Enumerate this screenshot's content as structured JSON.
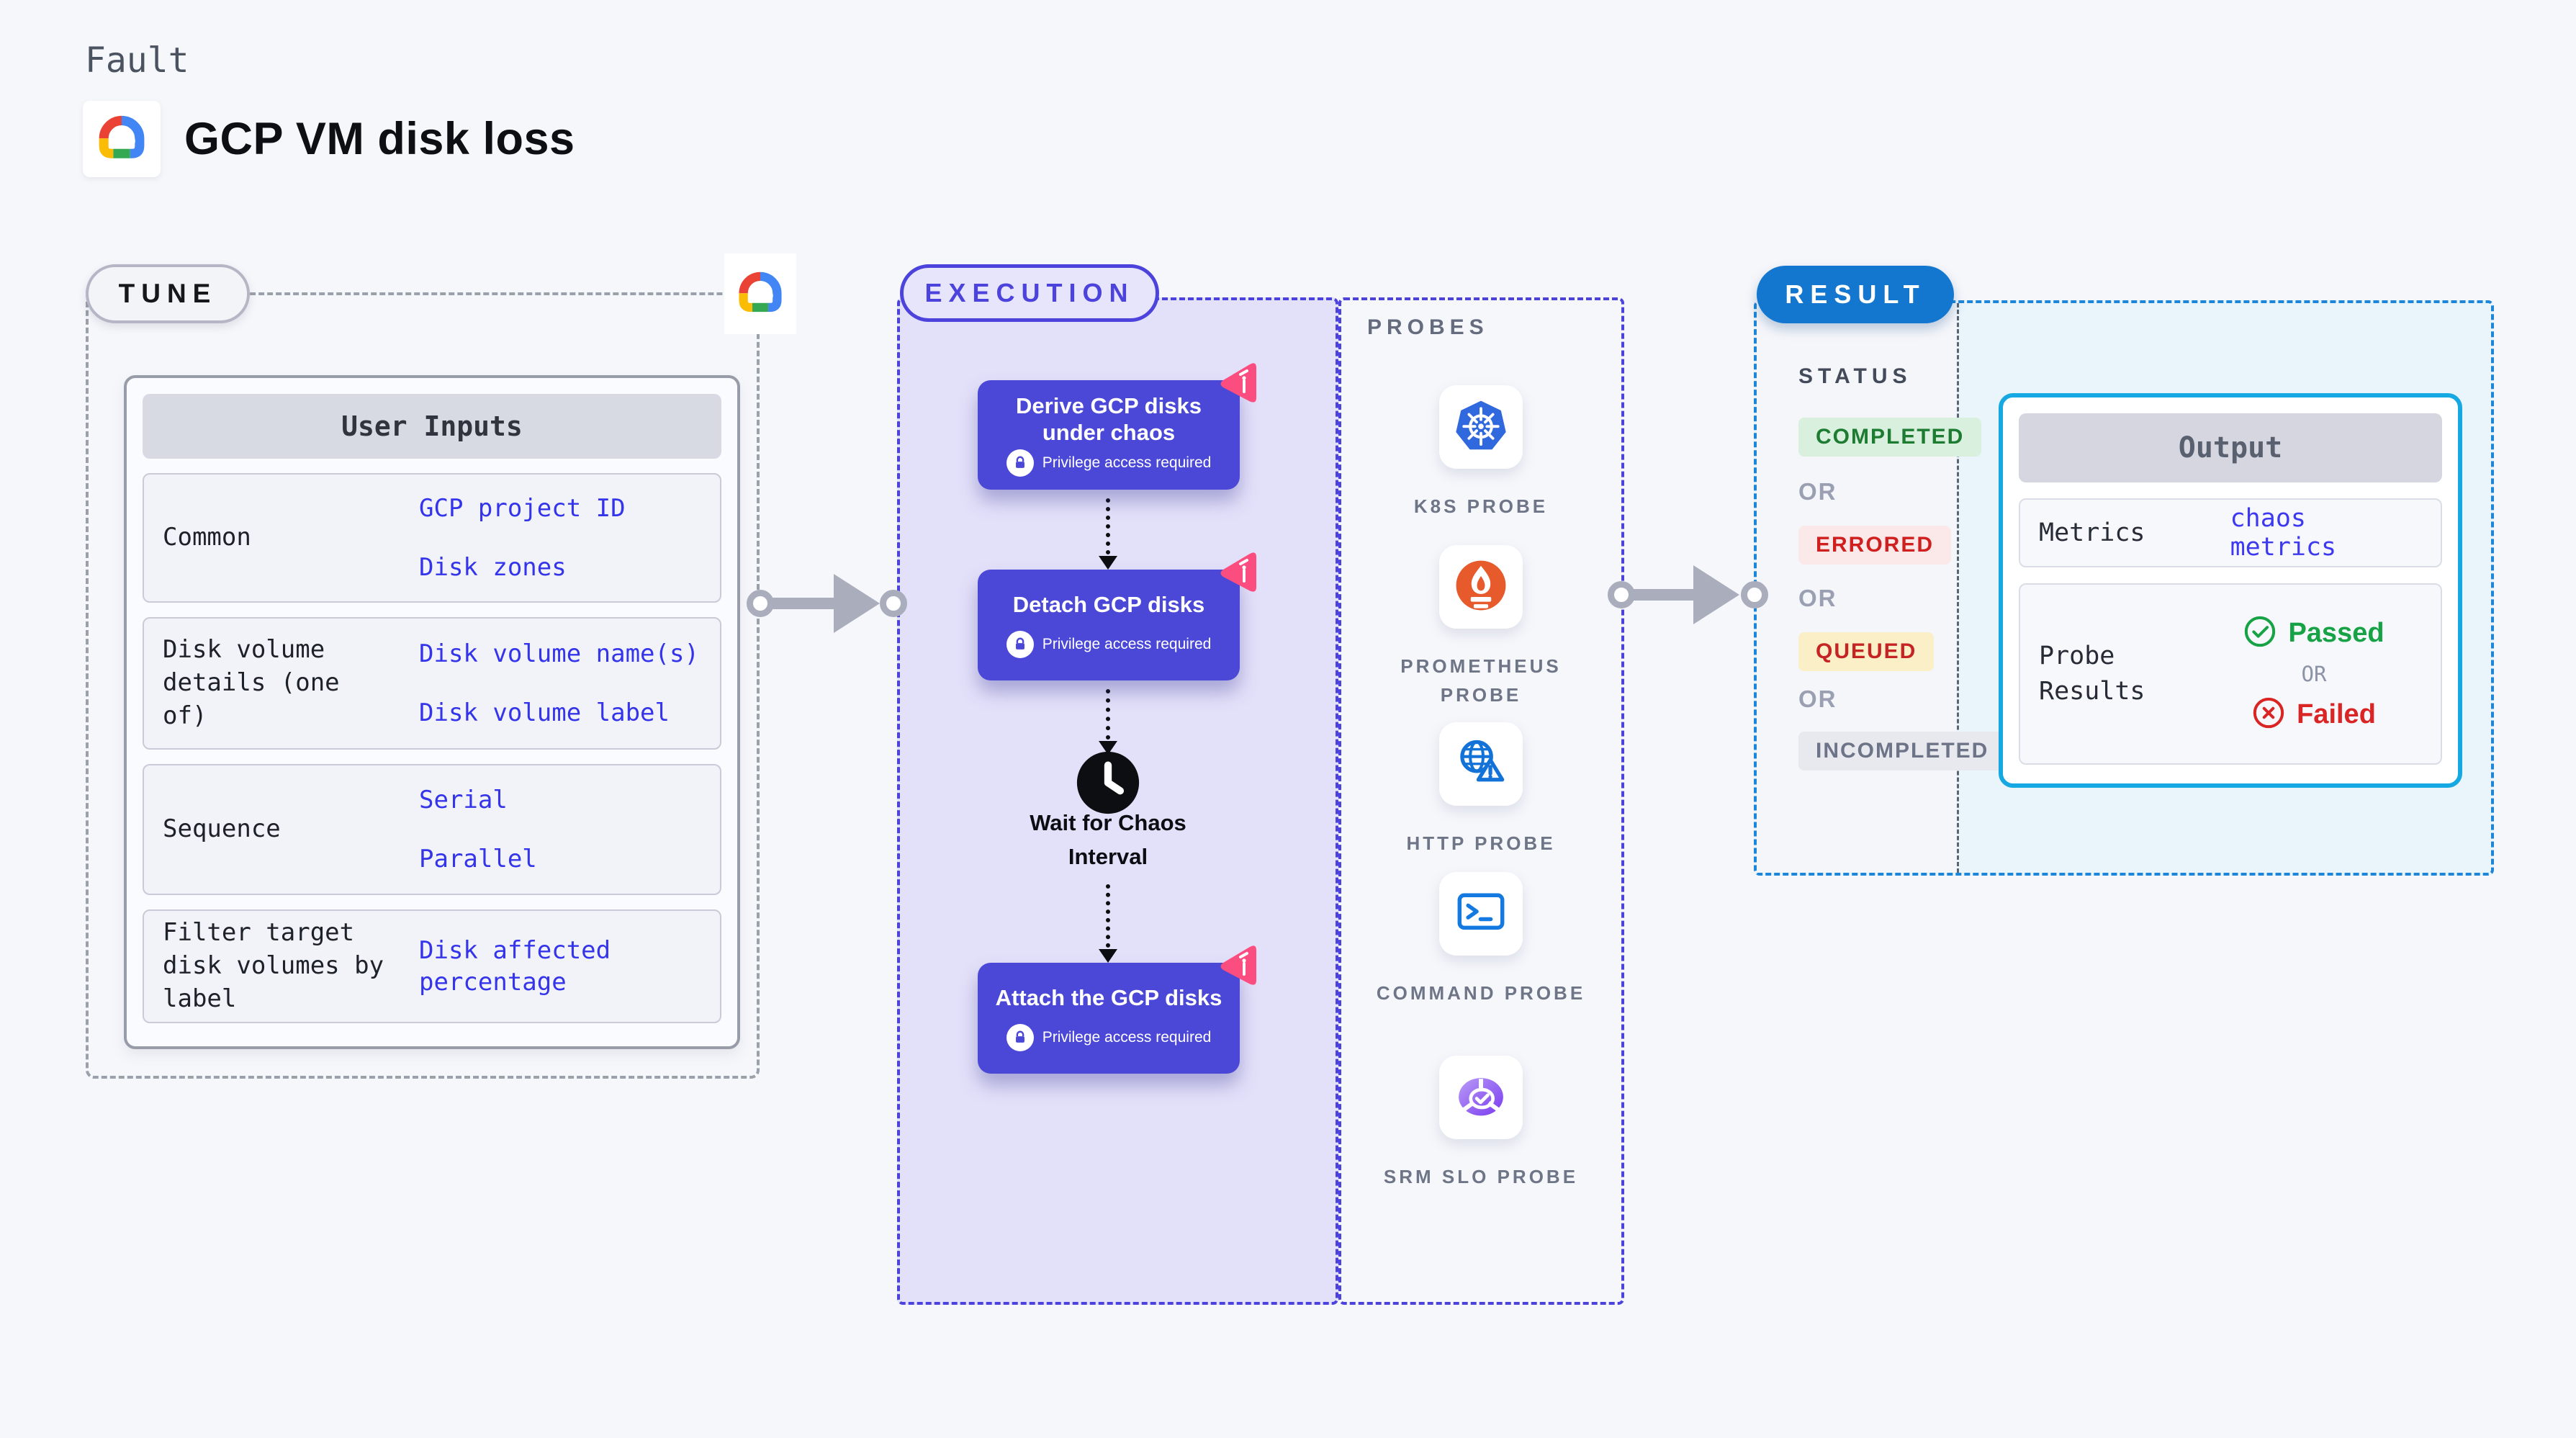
{
  "header": {
    "kicker": "Fault",
    "title": "GCP VM disk loss"
  },
  "tune": {
    "pill": "TUNE",
    "table": {
      "header": "User Inputs",
      "rows": [
        {
          "label": "Common",
          "values": [
            "GCP project ID",
            "Disk zones"
          ]
        },
        {
          "label": "Disk volume details (one of)",
          "values": [
            "Disk volume name(s)",
            "Disk volume label"
          ]
        },
        {
          "label": "Sequence",
          "values": [
            "Serial",
            "Parallel"
          ]
        },
        {
          "label": "Filter target disk volumes by label",
          "values": [
            "Disk affected percentage"
          ]
        }
      ]
    }
  },
  "execution": {
    "pill": "EXECUTION",
    "steps": [
      {
        "title": "Derive GCP disks under chaos",
        "badge": "Privilege access required"
      },
      {
        "title": "Detach GCP disks",
        "badge": "Privilege access required"
      },
      {
        "title": "Attach the GCP disks",
        "badge": "Privilege access required"
      }
    ],
    "wait_label": "Wait for Chaos Interval"
  },
  "probes": {
    "heading": "PROBES",
    "items": [
      {
        "label": "K8S PROBE",
        "icon": "kubernetes-icon"
      },
      {
        "label": "PROMETHEUS PROBE",
        "icon": "prometheus-icon"
      },
      {
        "label": "HTTP PROBE",
        "icon": "http-globe-warning-icon"
      },
      {
        "label": "COMMAND PROBE",
        "icon": "terminal-icon"
      },
      {
        "label": "SRM SLO PROBE",
        "icon": "slo-gauge-check-icon"
      }
    ]
  },
  "result": {
    "pill": "RESULT",
    "status_heading": "STATUS",
    "or_label": "OR",
    "statuses": [
      {
        "label": "COMPLETED",
        "fg": "#1d7c31",
        "bg": "#d9f0de"
      },
      {
        "label": "ERRORED",
        "fg": "#d01f1f",
        "bg": "#fbe9e9"
      },
      {
        "label": "QUEUED",
        "fg": "#c62424",
        "bg": "#fbefc7"
      },
      {
        "label": "INCOMPLETED",
        "fg": "#6d7487",
        "bg": "#e8e9ef"
      }
    ],
    "output": {
      "header": "Output",
      "metrics_label": "Metrics",
      "metrics_value": "chaos metrics",
      "probe_results_label": "Probe Results",
      "passed_label": "Passed",
      "or_label": "OR",
      "failed_label": "Failed"
    }
  },
  "colors": {
    "page_bg": "#f6f7fb",
    "indigo": "#4c43dc",
    "step_bg": "#4b48d8",
    "panel_lavender": "#e3e1f9",
    "link_blue": "#3434ea",
    "result_blue": "#1377d0",
    "cyan_border": "#15a8e2",
    "result_bg": "#e9f4fb",
    "pink_badge": "#fb4d7f",
    "arrow_gray": "#a9adbc",
    "passed_green": "#17a345",
    "failed_red": "#da2525"
  }
}
